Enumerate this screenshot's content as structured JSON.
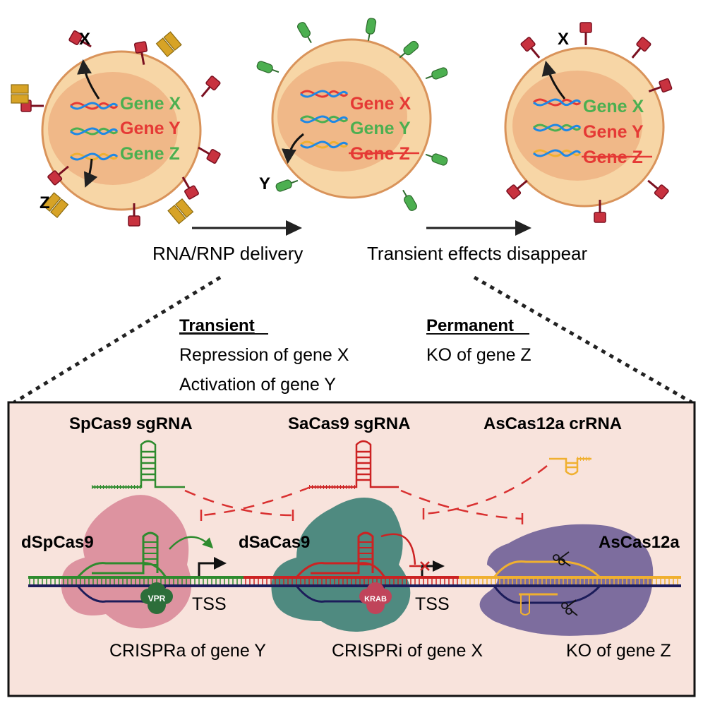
{
  "colors": {
    "gene_on": "#4caf50",
    "gene_off": "#e53935",
    "cell_fill": "#f7d6a6",
    "cell_stroke": "#d9935a",
    "nucleus": "#f0b888",
    "box_bg": "#f8e3dc",
    "sp_color": "#2e8b2e",
    "sa_color": "#cc2222",
    "as_color": "#f0b030",
    "dspcas9_blob": "#d98a99",
    "dsacas9_blob": "#4f8a80",
    "ascas12a_blob": "#7d6d9e",
    "vpr": "#2d6e3a",
    "krab": "#c0445a"
  },
  "cells": [
    {
      "genes": [
        {
          "label": "Gene X",
          "state": "on",
          "struck": false
        },
        {
          "label": "Gene Y",
          "state": "off",
          "struck": false
        },
        {
          "label": "Gene Z",
          "state": "on",
          "struck": false
        }
      ],
      "markers": [
        "X",
        "Z"
      ]
    },
    {
      "genes": [
        {
          "label": "Gene X",
          "state": "off",
          "struck": false
        },
        {
          "label": "Gene Y",
          "state": "on",
          "struck": false
        },
        {
          "label": "Gene Z",
          "state": "off",
          "struck": true
        }
      ],
      "markers": [
        "Y"
      ]
    },
    {
      "genes": [
        {
          "label": "Gene X",
          "state": "on",
          "struck": false
        },
        {
          "label": "Gene Y",
          "state": "off",
          "struck": false
        },
        {
          "label": "Gene Z",
          "state": "off",
          "struck": true
        }
      ],
      "markers": [
        "X"
      ]
    }
  ],
  "arrows": {
    "delivery": "RNA/RNP delivery",
    "disappear": "Transient effects disappear"
  },
  "effects": {
    "transient": {
      "heading": "Transient",
      "items": [
        "Repression of gene X",
        "Activation of gene Y"
      ]
    },
    "permanent": {
      "heading": "Permanent",
      "items": [
        "KO of gene Z"
      ]
    }
  },
  "guides": {
    "sp": "SpCas9 sgRNA",
    "sa": "SaCas9 sgRNA",
    "as": "AsCas12a crRNA"
  },
  "proteins": {
    "dspcas9": "dSpCas9",
    "dsacas9": "dSaCas9",
    "ascas12a": "AsCas12a",
    "vpr": "VPR",
    "krab": "KRAB"
  },
  "tss": [
    "TSS",
    "TSS"
  ],
  "outcomes": {
    "crispra": "CRISPRa of gene Y",
    "crispri": "CRISPRi of gene X",
    "ko": "KO of gene Z"
  }
}
